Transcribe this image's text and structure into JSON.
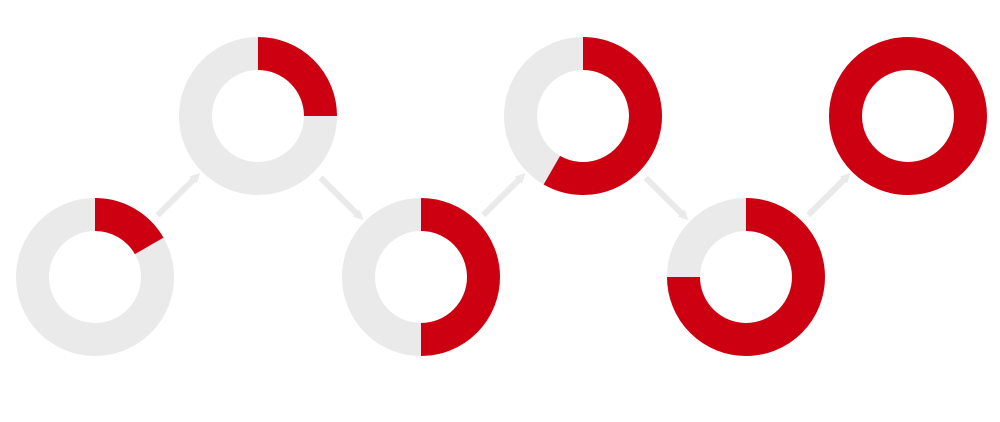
{
  "colors": {
    "track": "#eaeaea",
    "fill": "#cc0010",
    "arrow": "#eaeaea",
    "background": "#ffffff"
  },
  "steps": [
    {
      "progress": 0.167
    },
    {
      "progress": 0.25
    },
    {
      "progress": 0.5
    },
    {
      "progress": 0.583
    },
    {
      "progress": 0.75
    },
    {
      "progress": 1.0
    }
  ]
}
